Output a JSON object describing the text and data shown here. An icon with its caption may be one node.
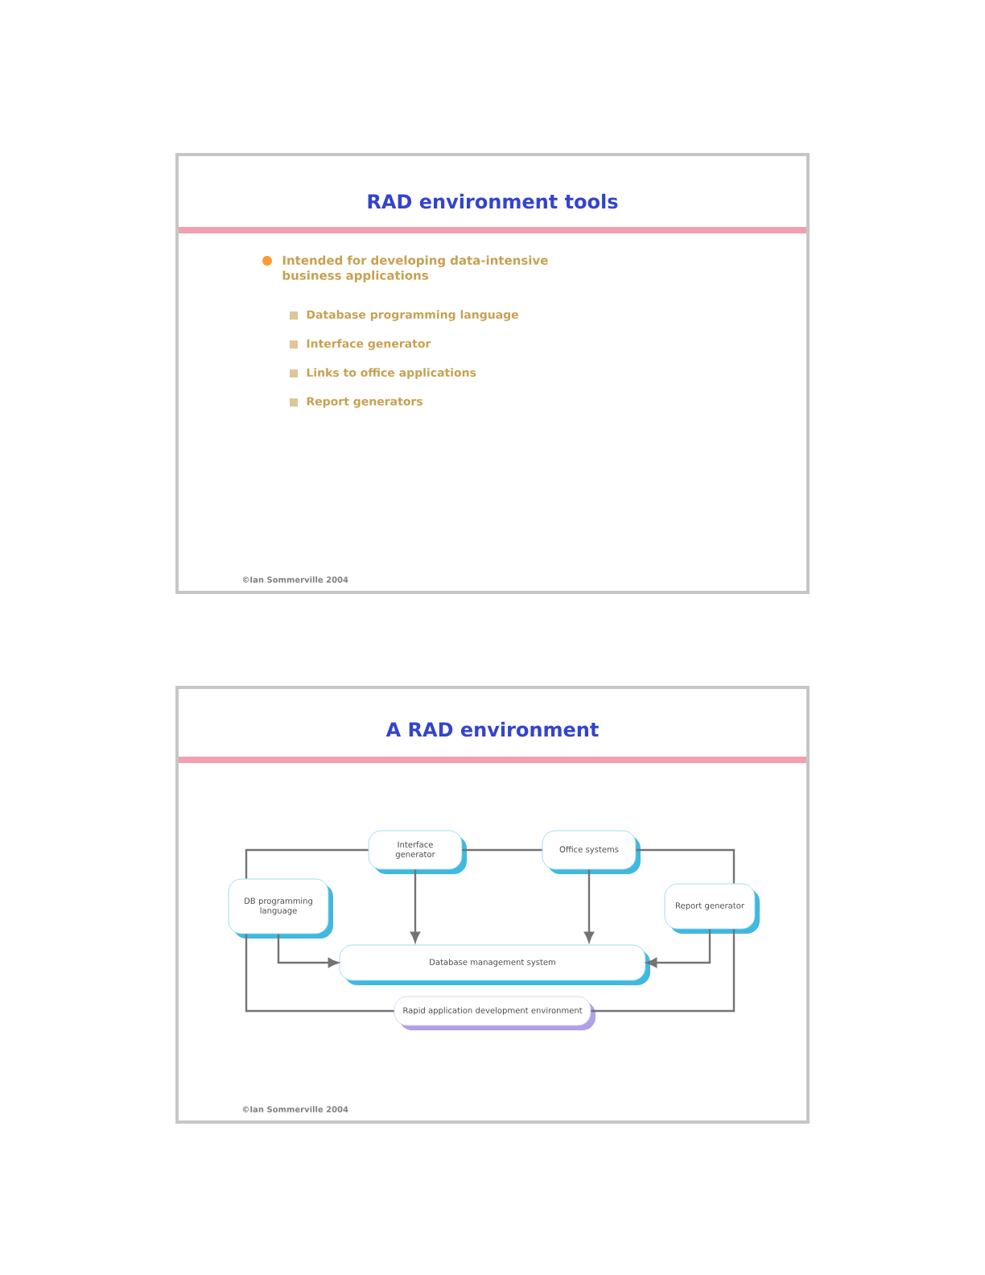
{
  "diagram": {
    "nodes": [
      {
        "text": [
          "Interface generator"
        ]
      },
      {
        "text": [
          "Office systems"
        ]
      },
      {
        "text": [
          "DB programming language"
        ]
      },
      {
        "text": [
          "Report generator"
        ]
      },
      {
        "text": [
          "Database management system"
        ]
      },
      {
        "text": [
          "Rapid application development environment"
        ]
      }
    ],
    "edges": [
      {
        "from": 2,
        "to": 4,
        "arrow": "to"
      },
      {
        "from": 0,
        "to": 4,
        "arrow": "to"
      },
      {
        "from": 1,
        "to": 4,
        "arrow": "to"
      },
      {
        "from": 3,
        "to": 4,
        "arrow": "to"
      },
      {
        "from": 2,
        "to": 0,
        "arrow": "none"
      },
      {
        "from": 0,
        "to": 1,
        "arrow": "none"
      },
      {
        "from": 1,
        "to": 3,
        "arrow": "none"
      },
      {
        "from": 2,
        "to": 5,
        "arrow": "none"
      },
      {
        "from": 5,
        "to": 3,
        "arrow": "none"
      }
    ],
    "labels": [
      "RAD environment tools",
      "Intended for developing data-intensive business applications",
      "Database programming language",
      "Interface generator",
      "Links to office applications",
      "Report generators",
      "©Ian Sommerville 2004",
      "A RAD environment",
      "©Ian Sommerville 2004"
    ]
  }
}
